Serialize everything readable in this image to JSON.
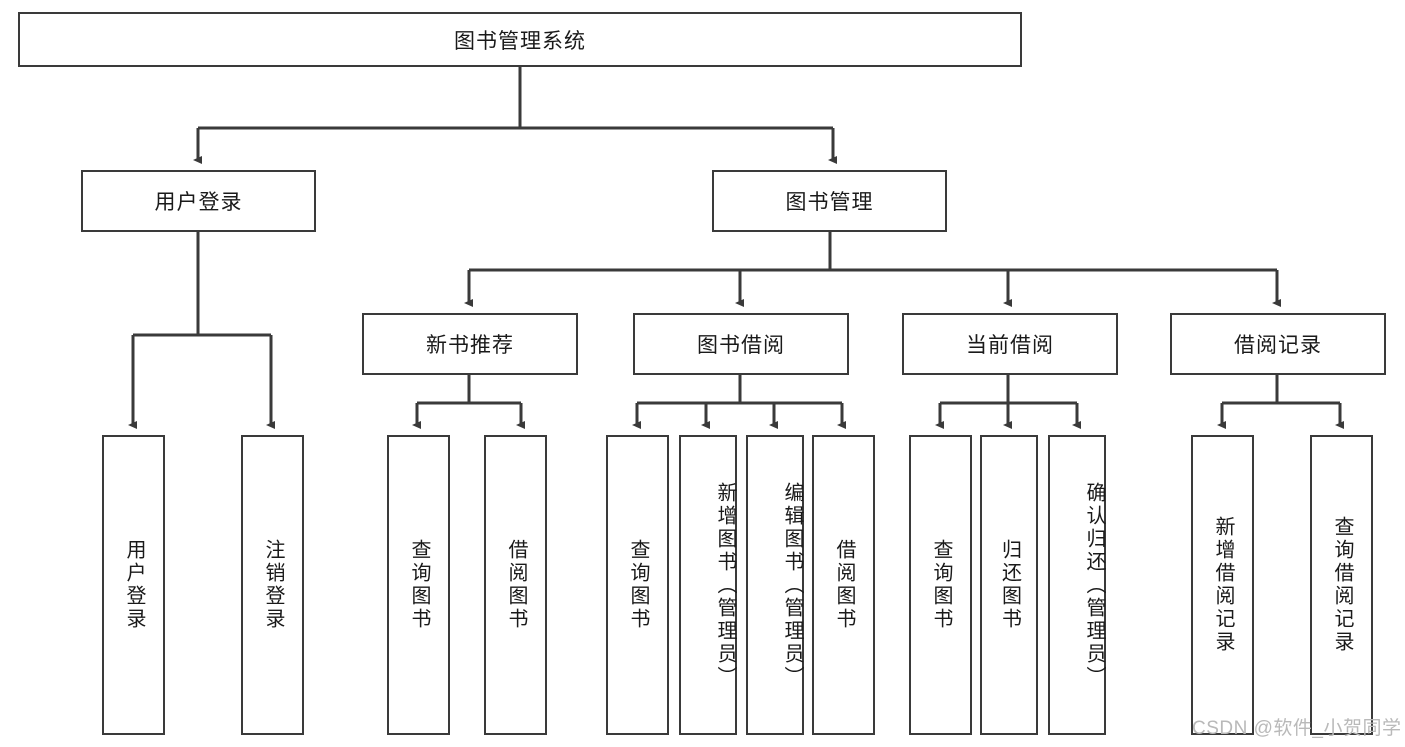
{
  "diagram": {
    "type": "tree",
    "title": "图书管理系统",
    "root": {
      "id": "root",
      "label": "图书管理系统"
    },
    "level2": [
      {
        "id": "user-login",
        "label": "用户登录"
      },
      {
        "id": "book-manage",
        "label": "图书管理"
      }
    ],
    "level3": [
      {
        "id": "new-book-rec",
        "label": "新书推荐"
      },
      {
        "id": "book-borrow",
        "label": "图书借阅"
      },
      {
        "id": "current-borrow",
        "label": "当前借阅"
      },
      {
        "id": "borrow-record",
        "label": "借阅记录"
      }
    ],
    "leaves": {
      "user_login": [
        {
          "id": "leaf-user-login",
          "label": "用户登录"
        },
        {
          "id": "leaf-logout",
          "label": "注销登录"
        }
      ],
      "new_book_rec": [
        {
          "id": "leaf-query-book-1",
          "label": "查询图书"
        },
        {
          "id": "leaf-borrow-book-1",
          "label": "借阅图书"
        }
      ],
      "book_borrow": [
        {
          "id": "leaf-query-book-2",
          "label": "查询图书"
        },
        {
          "id": "leaf-add-book",
          "label": "新增图书（管理员）"
        },
        {
          "id": "leaf-edit-book",
          "label": "编辑图书（管理员）"
        },
        {
          "id": "leaf-borrow-book-2",
          "label": "借阅图书"
        }
      ],
      "current_borrow": [
        {
          "id": "leaf-query-book-3",
          "label": "查询图书"
        },
        {
          "id": "leaf-return-book",
          "label": "归还图书"
        },
        {
          "id": "leaf-confirm-return",
          "label": "确认归还（管理员）"
        }
      ],
      "borrow_record": [
        {
          "id": "leaf-add-record",
          "label": "新增借阅记录"
        },
        {
          "id": "leaf-query-record",
          "label": "查询借阅记录"
        }
      ]
    }
  },
  "watermark": {
    "text": "CSDN @软件_小贺同学"
  },
  "colors": {
    "stroke": "#3a3a3a",
    "background": "#ffffff",
    "text": "#1a1a1a",
    "watermark": "#b9b9b9"
  }
}
